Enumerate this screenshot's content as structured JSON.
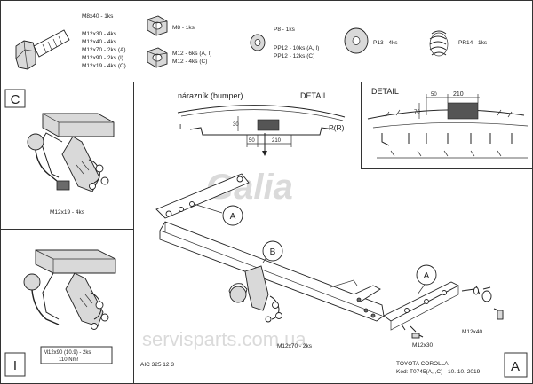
{
  "hardware": {
    "bolt": [
      "M8x40 - 1ks",
      "M12x30 - 4ks",
      "M12x40 - 4ks",
      "M12x70 - 2ks (A)",
      "M12x90 - 2ks (I)",
      "M12x19 - 4ks (C)"
    ],
    "nut_top": "M8 - 1ks",
    "nut_bottom": [
      "M12 - 6ks (A, I)",
      "M12 - 4ks (C)"
    ],
    "washer_small": [
      "P8 - 1ks",
      "PP12 - 10ks (A, I)",
      "PP12 - 12ks (C)"
    ],
    "washer_large": "P13 - 4ks",
    "spring_washer": "PR14 - 1ks"
  },
  "detail_left": {
    "title_left": "nárazník (bumper)",
    "title_right": "DETAIL",
    "left_marker": "L",
    "right_marker": "P(R)",
    "dim_vertical": "30",
    "dim_gap": "50",
    "dim_width": "210"
  },
  "detail_right": {
    "title": "DETAIL",
    "dim_gap": "50",
    "dim_width": "210",
    "dim_vertical": "70"
  },
  "side_views": {
    "top_letter": "C",
    "bottom_letter": "I",
    "top_bolt_label": "M12x19 - 4ks",
    "bottom_torque_label": [
      "M12x90 (10.9) - 2ks",
      "110 Nm!"
    ]
  },
  "main": {
    "brand": "Galia",
    "callout_a_upper": "A",
    "callout_b": "B",
    "callout_a_lower": "A",
    "label_m12x70": "M12x70 - 2ks",
    "label_m12x30": "M12x30",
    "label_m12x40": "M12x40",
    "corner_letter": "A"
  },
  "footer": {
    "part_number": "AIC 325 12 3",
    "vehicle": "TOYOTA COROLLA",
    "code": "Kód: T0745(A,I,C) - 10. 10. 2019"
  },
  "watermark": "servisparts.com.ua"
}
